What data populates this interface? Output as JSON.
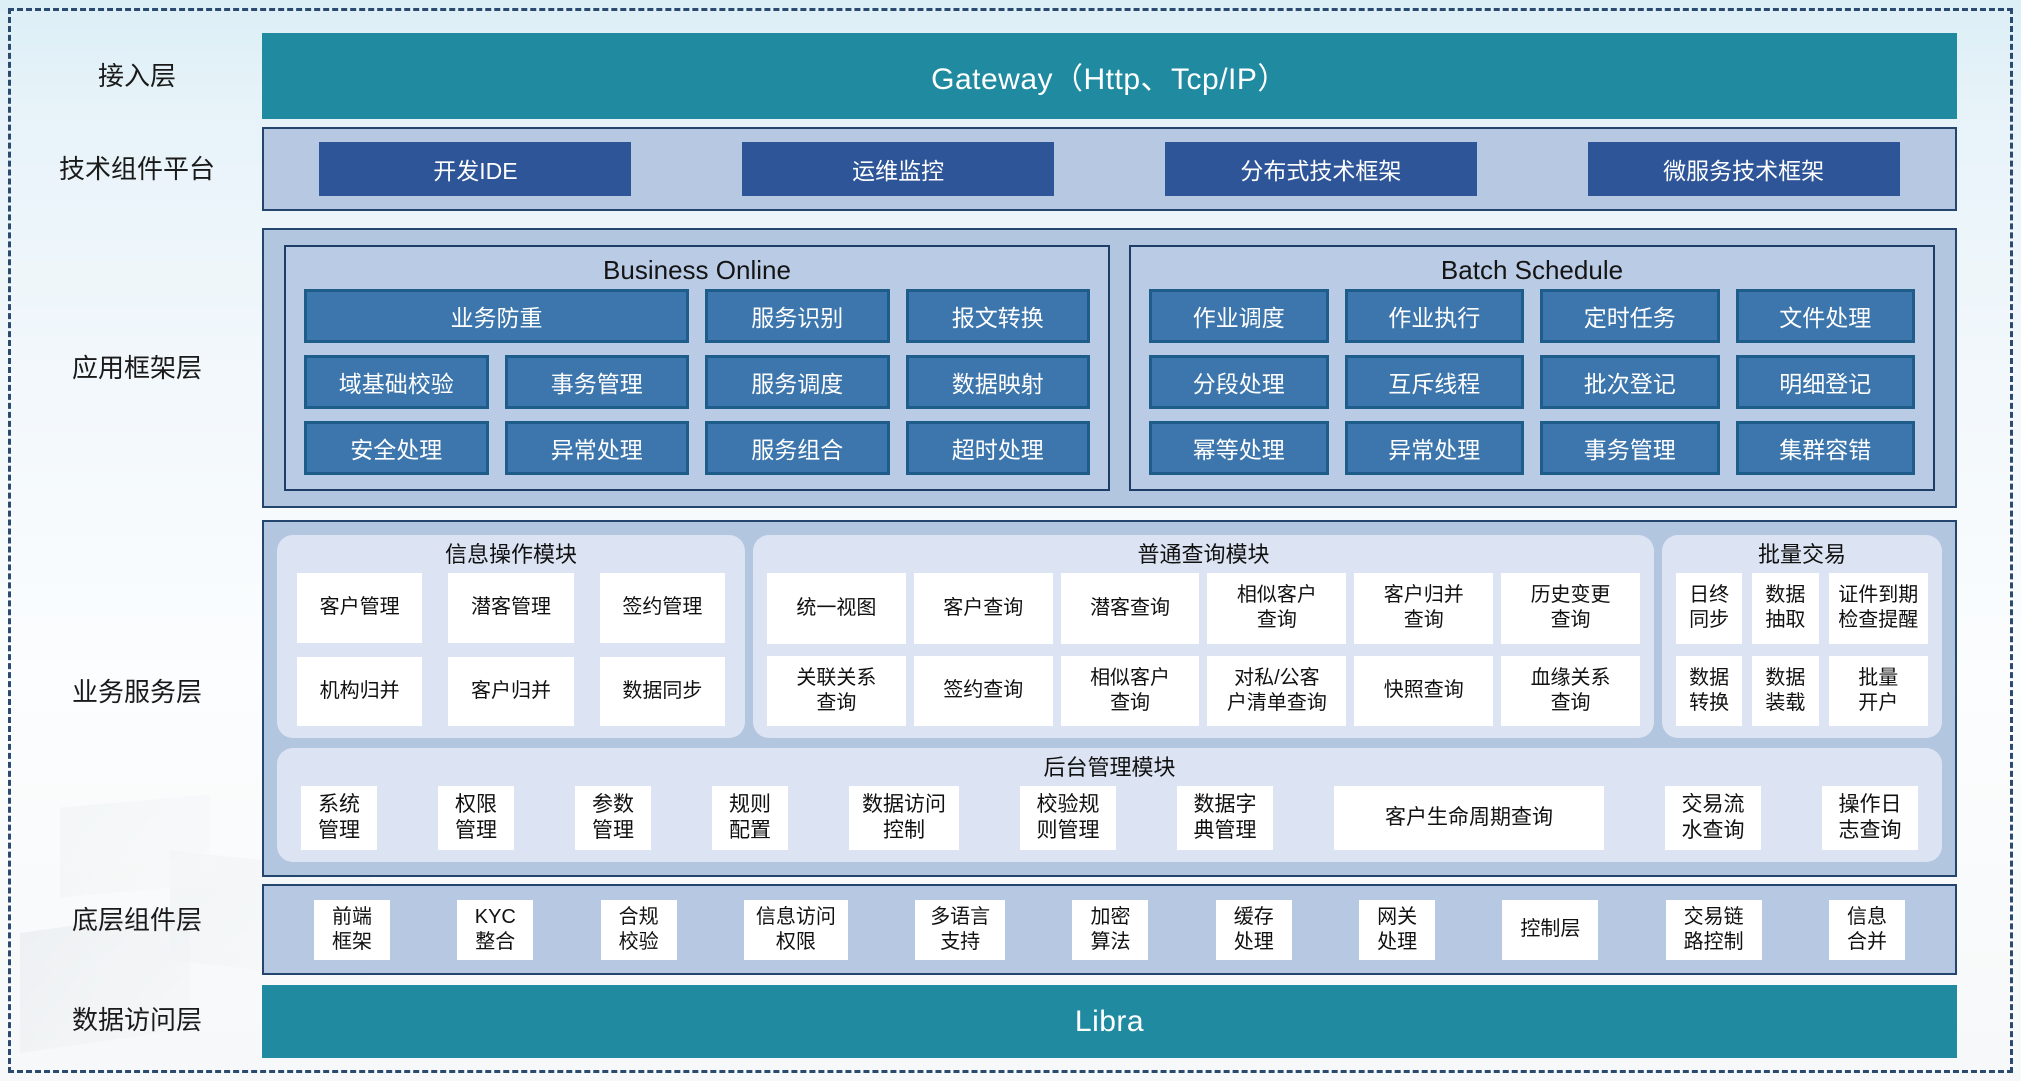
{
  "access_layer": {
    "label": "接入层",
    "gateway": "Gateway（Http、Tcp/IP）"
  },
  "tech_platform": {
    "label": "技术组件平台",
    "items": [
      "开发IDE",
      "运维监控",
      "分布式技术框架",
      "微服务技术框架"
    ]
  },
  "app_framework": {
    "label": "应用框架层",
    "business_online": {
      "title": "Business Online",
      "items": [
        "业务防重",
        "服务识别",
        "报文转换",
        "域基础校验",
        "事务管理",
        "服务调度",
        "数据映射",
        "安全处理",
        "异常处理",
        "服务组合",
        "超时处理"
      ]
    },
    "batch_schedule": {
      "title": "Batch Schedule",
      "items": [
        "作业调度",
        "作业执行",
        "定时任务",
        "文件处理",
        "分段处理",
        "互斥线程",
        "批次登记",
        "明细登记",
        "幂等处理",
        "异常处理",
        "事务管理",
        "集群容错"
      ]
    }
  },
  "business_service": {
    "label": "业务服务层",
    "info_module": {
      "title": "信息操作模块",
      "items": [
        "客户管理",
        "潜客管理",
        "签约管理",
        "机构归并",
        "客户归并",
        "数据同步"
      ]
    },
    "query_module": {
      "title": "普通查询模块",
      "items": [
        "统一视图",
        "客户查询",
        "潜客查询",
        "相似客户\n查询",
        "客户归并\n查询",
        "历史变更\n查询",
        "关联关系\n查询",
        "签约查询",
        "相似客户\n查询",
        "对私/公客\n户清单查询",
        "快照查询",
        "血缘关系\n查询"
      ]
    },
    "batch_module": {
      "title": "批量交易",
      "items": [
        "日终\n同步",
        "数据\n抽取",
        "证件到期\n检查提醒",
        "数据\n转换",
        "数据\n装载",
        "批量\n开户"
      ]
    },
    "admin_module": {
      "title": "后台管理模块",
      "items": [
        "系统\n管理",
        "权限\n管理",
        "参数\n管理",
        "规则\n配置",
        "数据访问\n控制",
        "校验规\n则管理",
        "数据字\n典管理",
        "客户生命周期查询",
        "交易流\n水查询",
        "操作日\n志查询"
      ]
    }
  },
  "base_components": {
    "label": "底层组件层",
    "items": [
      "前端\n框架",
      "KYC\n整合",
      "合规\n校验",
      "信息访问\n权限",
      "多语言\n支持",
      "加密\n算法",
      "缓存\n处理",
      "网关\n处理",
      "控制层",
      "交易链\n路控制",
      "信息\n合并"
    ]
  },
  "data_access": {
    "label": "数据访问层",
    "bar": "Libra"
  },
  "colors": {
    "teal_bar": "#1f8aa0",
    "navy_button": "#2e5597",
    "mid_blue_button": "#3c76ac",
    "panel_blue": "#b3c6e0",
    "panel_lavender": "#dce3f3",
    "border_navy": "#24466e"
  }
}
